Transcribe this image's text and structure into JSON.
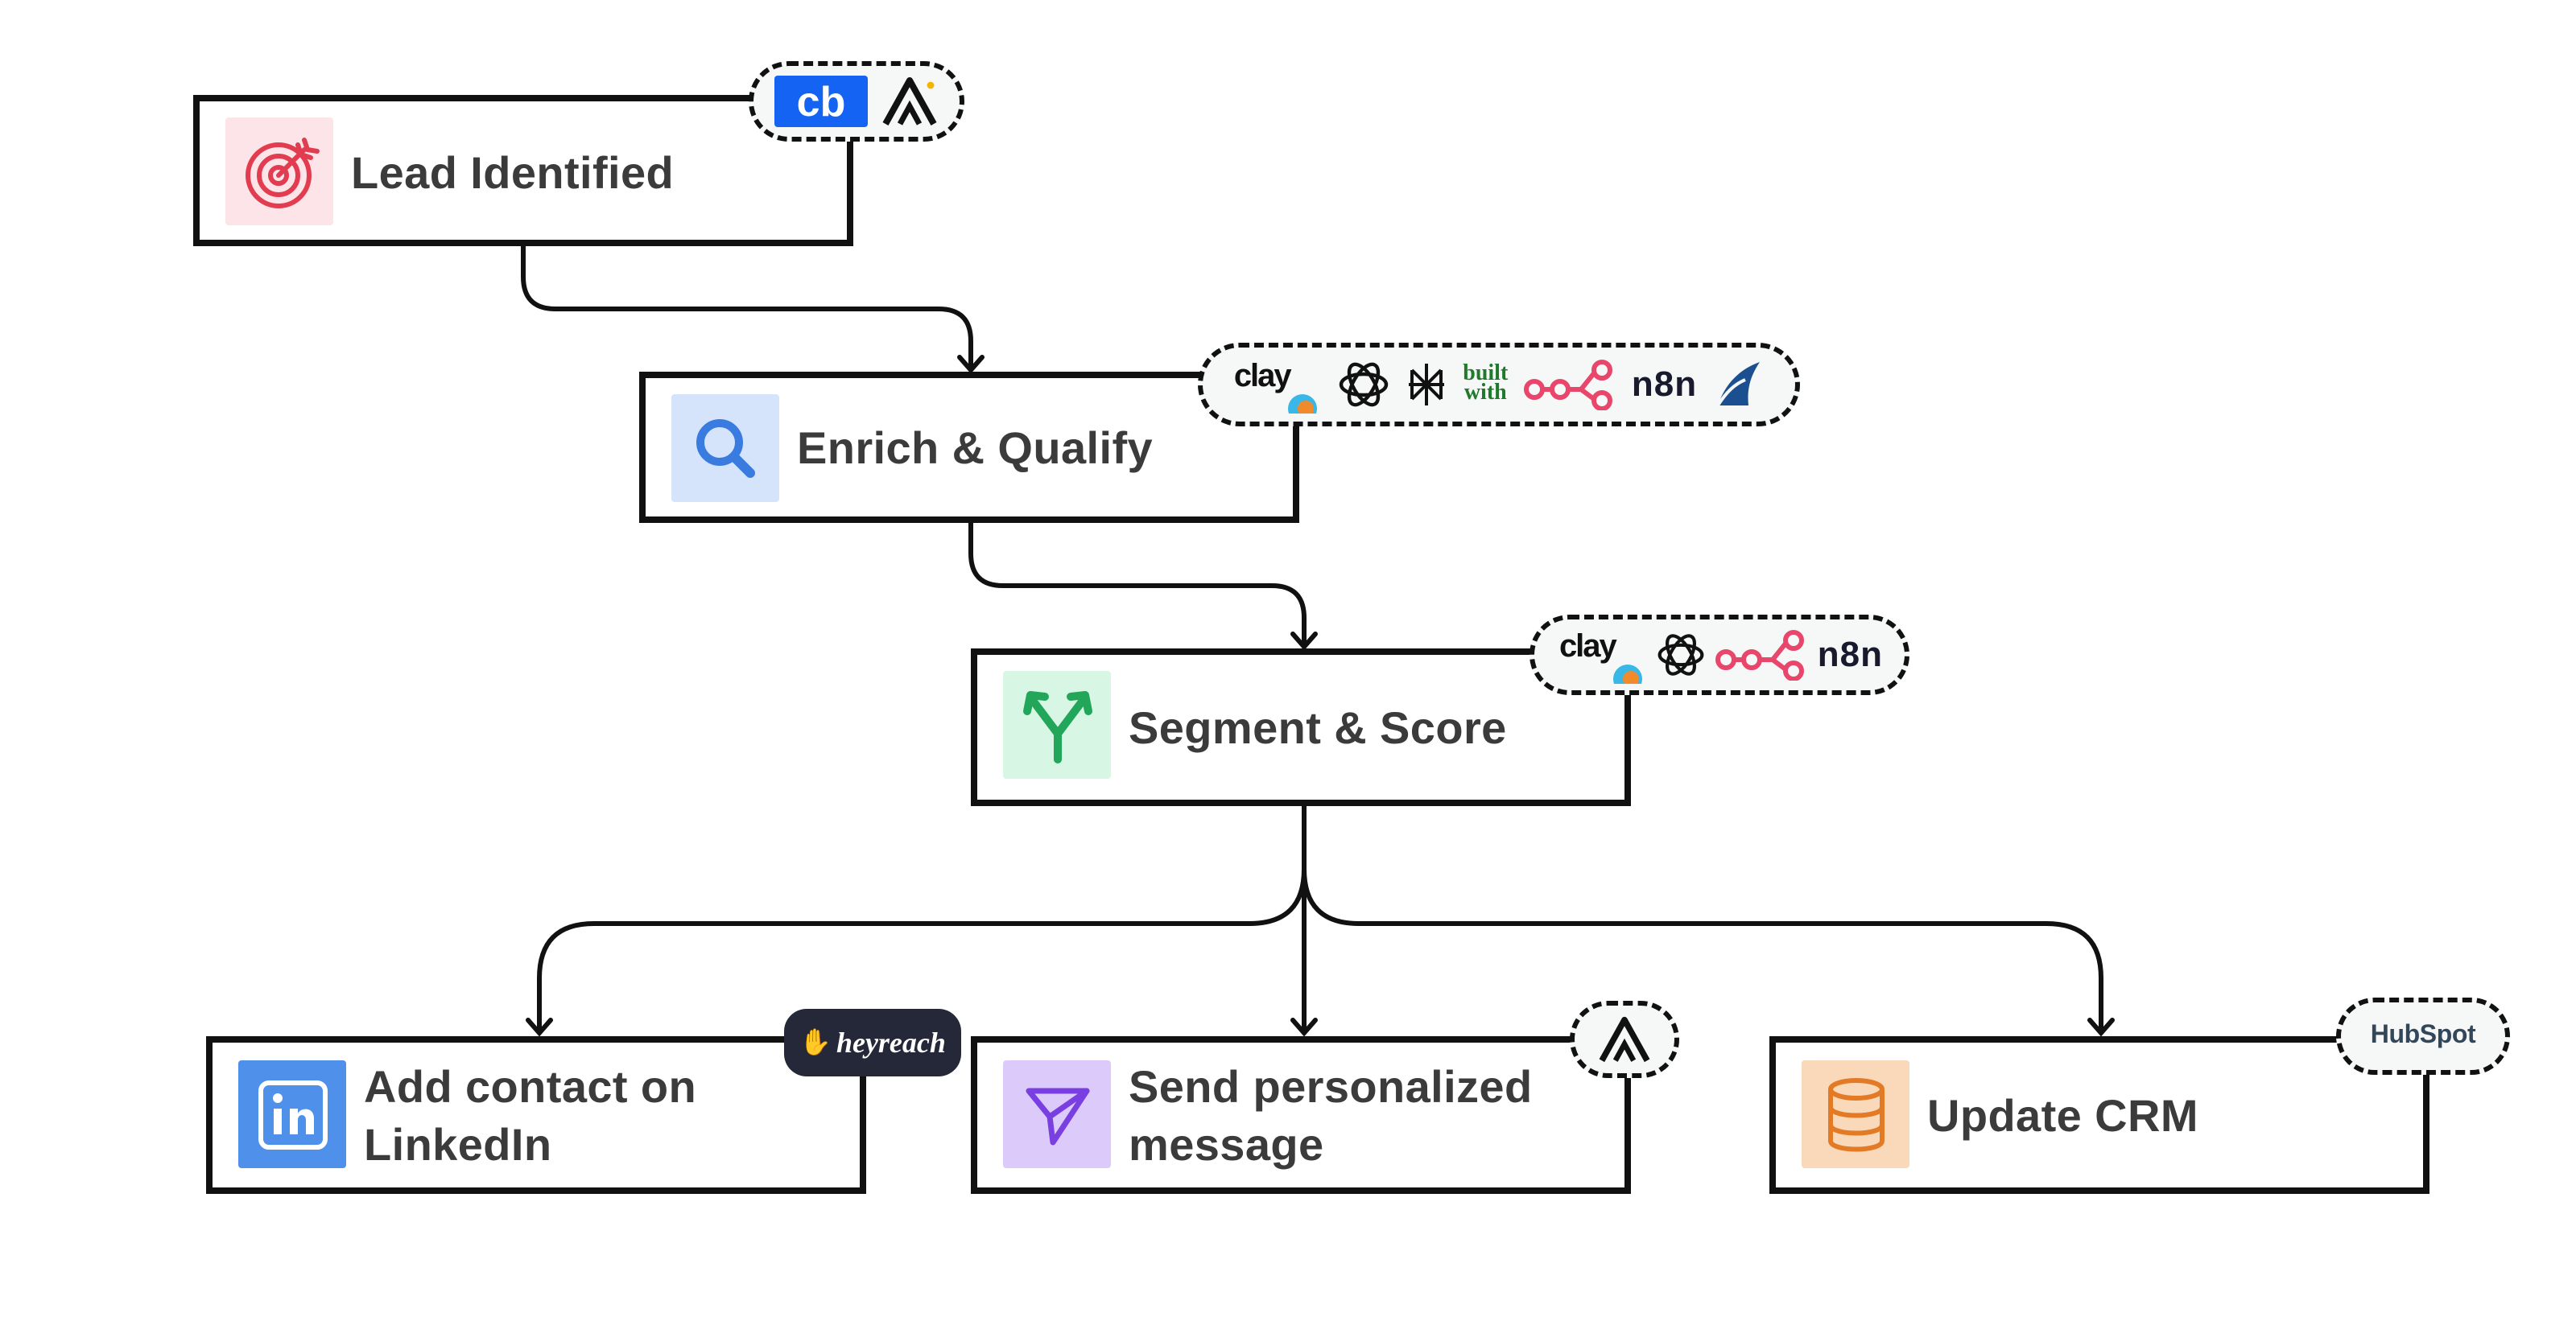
{
  "nodes": {
    "lead": {
      "label": "Lead Identified"
    },
    "enrich": {
      "label": "Enrich & Qualify"
    },
    "segment": {
      "label": "Segment & Score"
    },
    "linkedin": {
      "label_line1": "Add contact on",
      "label_line2": "LinkedIn"
    },
    "message": {
      "label_line1": "Send personalized",
      "label_line2": "message"
    },
    "crm": {
      "label": "Update CRM"
    }
  },
  "tools": {
    "lead": [
      {
        "name": "crunchbase-logo",
        "text": "cb"
      },
      {
        "name": "apollo-logo"
      }
    ],
    "enrich": [
      {
        "name": "clay-logo",
        "text": "clay"
      },
      {
        "name": "openai-logo"
      },
      {
        "name": "perplexity-logo"
      },
      {
        "name": "builtwith-logo",
        "text_line1": "built",
        "text_line2": "with"
      },
      {
        "name": "make-logo"
      },
      {
        "name": "n8n-logo",
        "text": "n8n"
      },
      {
        "name": "zoominfo-logo"
      }
    ],
    "segment": [
      {
        "name": "clay-logo",
        "text": "clay"
      },
      {
        "name": "openai-logo"
      },
      {
        "name": "make-logo"
      },
      {
        "name": "n8n-logo",
        "text": "n8n"
      }
    ],
    "linkedin": [
      {
        "name": "heyreach-logo",
        "text": "heyreach"
      }
    ],
    "message": [
      {
        "name": "apollo-logo"
      }
    ],
    "crm": [
      {
        "name": "hubspot-logo",
        "text": "HubSpot"
      }
    ]
  },
  "colors": {
    "lead_icon_bg": "#fde4e8",
    "lead_icon": "#e23c50",
    "enrich_icon_bg": "#d5e4fb",
    "enrich_icon": "#3a7be0",
    "segment_icon_bg": "#d8f6e4",
    "segment_icon": "#22a65a",
    "linkedin_icon_bg": "#4f90ea",
    "message_icon_bg": "#dccafb",
    "message_icon": "#7a3fe0",
    "crm_icon_bg": "#f9d9b9",
    "crm_icon": "#e37a26",
    "crunchbase": "#1463f3",
    "make": "#e8476b",
    "heyreach_bg": "#242838"
  }
}
